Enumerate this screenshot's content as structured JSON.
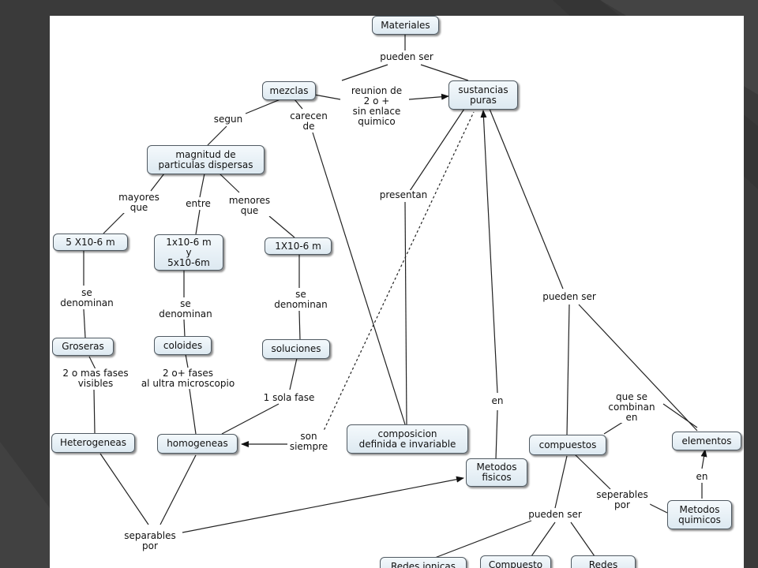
{
  "colors": {
    "background": "#3a3a3a",
    "panel": "#ffffff",
    "node_fill": "#e6f0f6",
    "line": "#222222"
  },
  "nodes": {
    "materiales": "Materiales",
    "mezclas": "mezclas",
    "sustancias_puras": "sustancias\npuras",
    "magnitud": "magnitud de\nparticulas dispersas",
    "mayor5": "5 X10-6 m",
    "entre_rango": "1x10-6 m\ny\n5x10-6m",
    "menor1": "1X10-6 m",
    "groseras": "Groseras",
    "coloides": "coloides",
    "soluciones": "soluciones",
    "heterogeneas": "Heterogeneas",
    "homogeneas": "homogeneas",
    "composicion": "composicion\ndefinida e invariable",
    "metodos_fisicos": "Metodos\nfisicos",
    "compuestos": "compuestos",
    "elementos": "elementos",
    "metodos_quimicos": "Metodos\nquimicos",
    "redes_ionicas": "Redes ionicas",
    "compuesto": "Compuesto",
    "redes": "Redes"
  },
  "links": {
    "pueden_ser_1": "pueden ser",
    "reunion": "reunion de\n2 o +\nsin enlace\nquimico",
    "segun": "segun",
    "carecen_de": "carecen\nde",
    "presentan": "presentan",
    "mayores_que": "mayores\nque",
    "entre": "entre",
    "menores_que": "menores\nque",
    "se_denominan_1": "se\ndenominan",
    "se_denominan_2": "se\ndenominan",
    "se_denominan_3": "se\ndenominan",
    "fases_visibles": "2 o mas fases\nvisibles",
    "fases_ultra": "2 o+ fases\nal ultra microscopio",
    "una_fase": "1 sola fase",
    "son_siempre": "son\nsiempre",
    "en_1": "en",
    "pueden_ser_2": "pueden ser",
    "que_se_combinan": "que se\ncombinan\nen",
    "separables_por_1": "seperables\npor",
    "en_2": "en",
    "separables_por_2": "separables\npor",
    "pueden_ser_3": "pueden ser"
  }
}
